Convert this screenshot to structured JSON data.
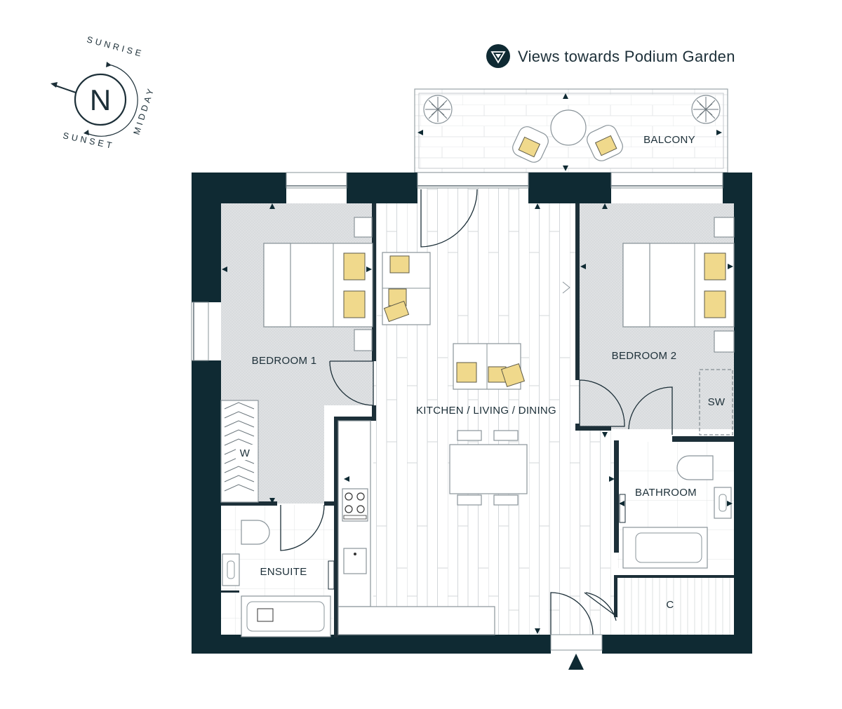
{
  "legend": {
    "icon": "view-triangle-icon",
    "text": "Views towards Podium Garden"
  },
  "compass": {
    "north": "N",
    "sunrise": "SUNRISE",
    "midday": "MIDDAY",
    "sunset": "SUNSET"
  },
  "rooms": {
    "balcony": "BALCONY",
    "bedroom1": "BEDROOM 1",
    "bedroom2": "BEDROOM 2",
    "kitchen": "KITCHEN / LIVING / DINING",
    "ensuite": "ENSUITE",
    "bathroom": "BATHROOM",
    "wardrobe": "W",
    "storage_sw": "SW",
    "cupboard": "C"
  },
  "colors": {
    "wall": "#0f2a33",
    "carpet": "#dfe1e3",
    "floorboard": "#ffffff",
    "cushion": "#f0d98c"
  }
}
